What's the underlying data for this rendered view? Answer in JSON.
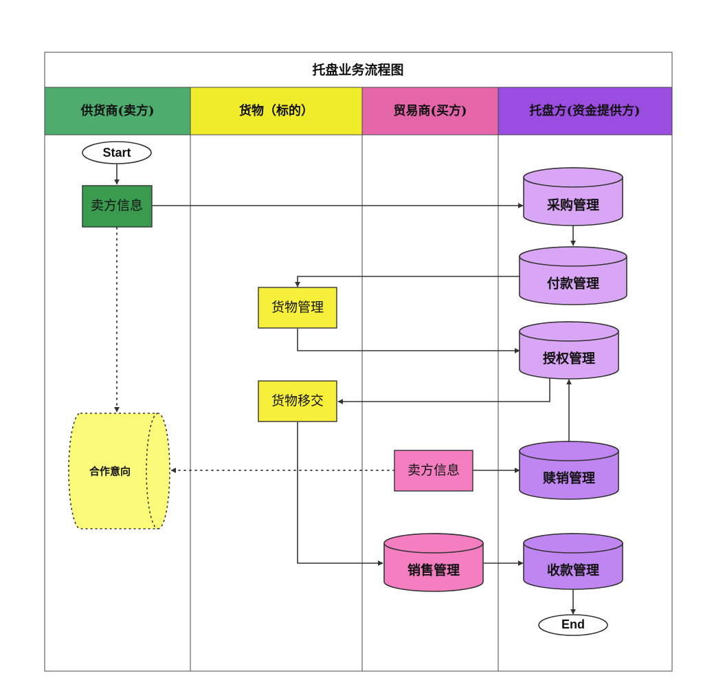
{
  "diagram": {
    "title": "托盘业务流程图",
    "lanes": [
      {
        "label": "供货商(卖方)",
        "color": "#4dac6e"
      },
      {
        "label": "货物（标的）",
        "color": "#f0ec2a"
      },
      {
        "label": "贸易商(买方)",
        "color": "#e466a8"
      },
      {
        "label": "托盘方(资金提供方)",
        "color": "#9a4de0"
      }
    ],
    "nodes": {
      "start": "Start",
      "seller_info": "卖方信息",
      "coop_intent": "合作意向",
      "goods_mgmt": "货物管理",
      "goods_transfer": "货物移交",
      "buyer_seller_info": "卖方信息",
      "sales_mgmt": "销售管理",
      "purchase_mgmt": "采购管理",
      "payment_mgmt": "付款管理",
      "auth_mgmt": "授权管理",
      "redeem_mgmt": "赎销管理",
      "collect_mgmt": "收款管理",
      "end": "End"
    },
    "colors": {
      "seller_box": "#3a9a4e",
      "goods_box": "#f7f03a",
      "buyer_box": "#f47ec0",
      "db_light_purple": "#d9a6f5",
      "db_purple": "#bf86f2",
      "db_pink": "#f47ec0",
      "coop_fill": "#fbfb7a"
    }
  }
}
